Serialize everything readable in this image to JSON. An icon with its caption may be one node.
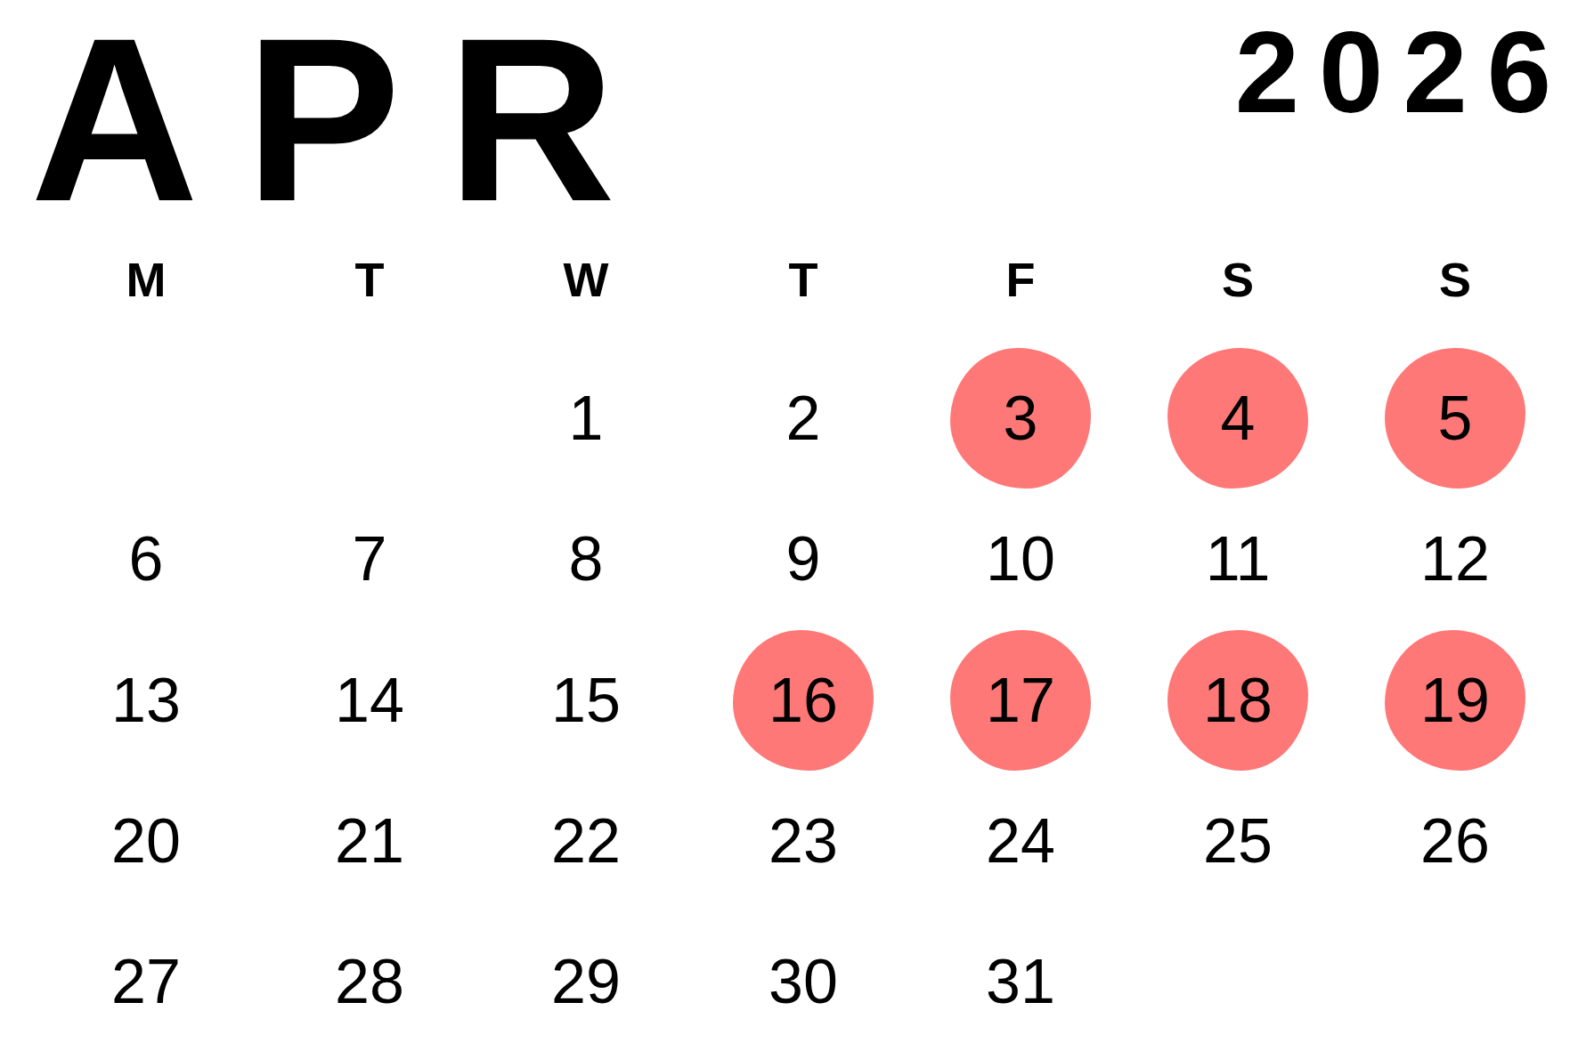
{
  "diagram": {
    "nodes": [
      {
        "text": [
          "3"
        ]
      },
      {
        "text": [
          "4"
        ]
      },
      {
        "text": [
          "5"
        ]
      },
      {
        "text": [
          "16"
        ]
      },
      {
        "text": [
          "17"
        ]
      },
      {
        "text": [
          "18"
        ]
      },
      {
        "text": [
          "19"
        ]
      }
    ],
    "labels": [
      "APR",
      "2026",
      "M",
      "T",
      "W",
      "T",
      "F",
      "S",
      "S",
      "1",
      "2",
      "6",
      "7",
      "8",
      "9",
      "10",
      "11",
      "12",
      "13",
      "14",
      "15",
      "20",
      "21",
      "22",
      "23",
      "24",
      "25",
      "26",
      "27",
      "28",
      "29",
      "30",
      "31"
    ]
  }
}
